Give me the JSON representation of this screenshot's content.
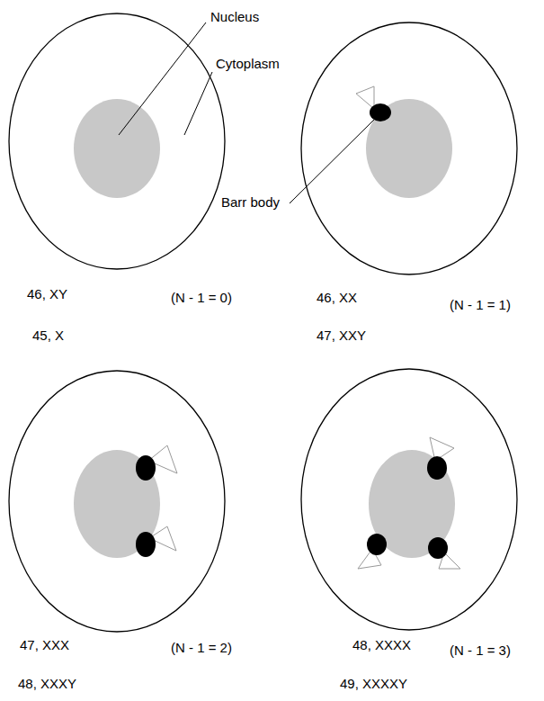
{
  "diagram": {
    "labels": [
      "Nucleus",
      "Cytoplasm",
      "Barr body",
      "46, XY",
      "(N - 1 = 0)",
      "45, X",
      "46, XX",
      "(N - 1 = 1)",
      "47, XXY",
      "47, XXX",
      "(N - 1 = 2)",
      "48, XXXY",
      "48, XXXX",
      "(N - 1 = 3)",
      "49, XXXXY"
    ]
  }
}
